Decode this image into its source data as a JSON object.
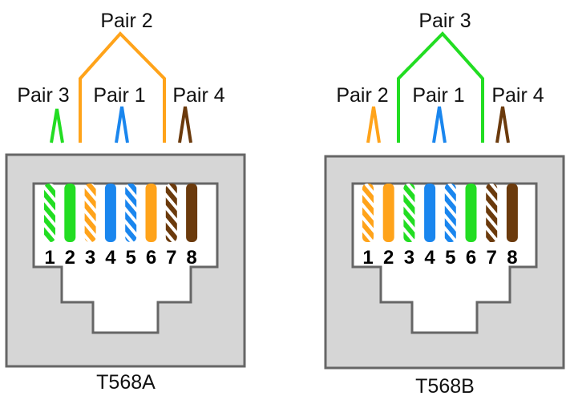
{
  "colors": {
    "green": "#22dd22",
    "orange": "#ffa31a",
    "blue": "#1a86ee",
    "brown": "#6b3a0c",
    "jack_fill": "#d6d6d6",
    "jack_border": "#666666"
  },
  "t568a": {
    "title": "T568A",
    "pair_labels": {
      "top": "Pair 2",
      "left": "Pair 3",
      "middle": "Pair 1",
      "right": "Pair 4"
    },
    "pins": [
      {
        "number": "1",
        "color": "green",
        "striped": true
      },
      {
        "number": "2",
        "color": "green",
        "striped": false
      },
      {
        "number": "3",
        "color": "orange",
        "striped": true
      },
      {
        "number": "4",
        "color": "blue",
        "striped": false
      },
      {
        "number": "5",
        "color": "blue",
        "striped": true
      },
      {
        "number": "6",
        "color": "orange",
        "striped": false
      },
      {
        "number": "7",
        "color": "brown",
        "striped": true
      },
      {
        "number": "8",
        "color": "brown",
        "striped": false
      }
    ],
    "pairs": {
      "top": "orange",
      "left": "green",
      "middle": "blue",
      "right": "brown"
    }
  },
  "t568b": {
    "title": "T568B",
    "pair_labels": {
      "top": "Pair 3",
      "left": "Pair 2",
      "middle": "Pair 1",
      "right": "Pair 4"
    },
    "pins": [
      {
        "number": "1",
        "color": "orange",
        "striped": true
      },
      {
        "number": "2",
        "color": "orange",
        "striped": false
      },
      {
        "number": "3",
        "color": "green",
        "striped": true
      },
      {
        "number": "4",
        "color": "blue",
        "striped": false
      },
      {
        "number": "5",
        "color": "blue",
        "striped": true
      },
      {
        "number": "6",
        "color": "green",
        "striped": false
      },
      {
        "number": "7",
        "color": "brown",
        "striped": true
      },
      {
        "number": "8",
        "color": "brown",
        "striped": false
      }
    ],
    "pairs": {
      "top": "green",
      "left": "orange",
      "middle": "blue",
      "right": "brown"
    }
  }
}
